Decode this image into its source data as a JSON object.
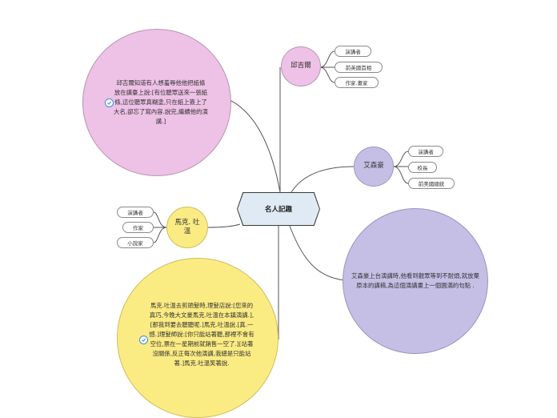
{
  "center": {
    "label": "名人記趣"
  },
  "topics": {
    "churchill": {
      "label": "邱吉爾",
      "tags": [
        "演講者",
        "前英國首相",
        "作家.畫家"
      ],
      "note": "邱吉爾知道有人想羞辱他他把紙條放在講臺上說:[有位聽眾送來一張紙條,這位聽眾真糊塗,只在紙上簽上了大名,卻忘了寫內容.說完,繼續他的演講.]"
    },
    "eisenhower": {
      "label": "艾森豪",
      "tags": [
        "演講者",
        "校長",
        "前美國總統"
      ],
      "note": "艾森豪上台演講時,他看到觀眾等到不耐煩,就放棄原本的講稿,為這個演講畫上一個圓滿的句點 ."
    },
    "twain": {
      "label": "馬克. 吐溫",
      "tags": [
        "演講者",
        "作家",
        "小說家"
      ],
      "note": "馬克.吐溫去剪頭髮時,理髮店說:[您來的真巧,今晚大文豪馬克.吐溫在本鎮演講.],[那我到要去聽聽呢.]馬克.吐溫說.[真.一憾.]理髮師說:[你只能站著聽,那裡不會有空位,票在一星期前就銷售一空了.][站著沒關係,反正每次他演講,我總是只能站著.]馬克.吐溫笑著說."
    }
  },
  "icons": {
    "note_marker": "check-circle-icon"
  },
  "colors": {
    "pink": "#eec1e6",
    "purple": "#c5bfe6",
    "yellow": "#fbeb83",
    "center": "#e0eaf4",
    "line": "#555555",
    "check": "#3b8fd9"
  }
}
